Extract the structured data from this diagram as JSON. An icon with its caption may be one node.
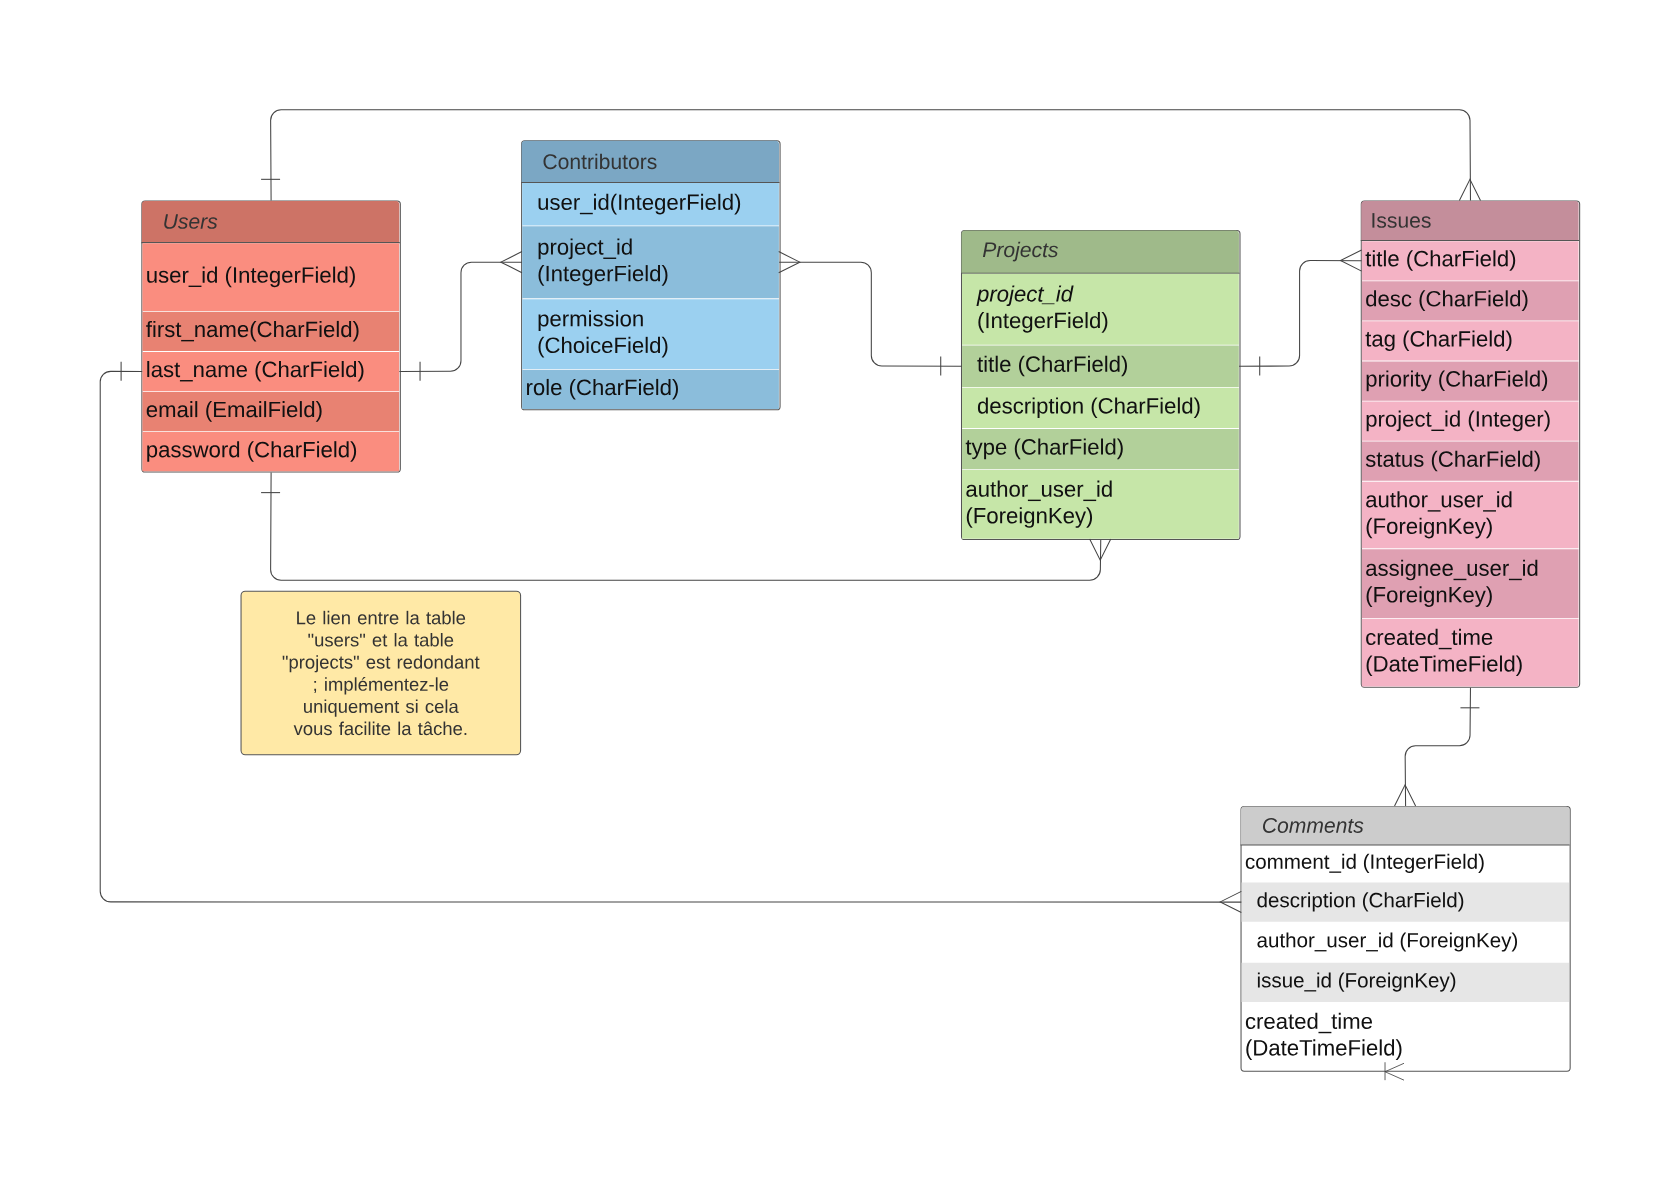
{
  "diagram": {
    "nodes": [
      {
        "text": [
          "Users"
        ]
      },
      {
        "text": [
          "user_id (IntegerField)"
        ],
        "in": 0
      },
      {
        "text": [
          "first_name(CharField)"
        ],
        "in": 0
      },
      {
        "text": [
          "last_name (CharField)"
        ],
        "in": 0
      },
      {
        "text": [
          "email (EmailField)"
        ],
        "in": 0
      },
      {
        "text": [
          "password (CharField)"
        ],
        "in": 0
      },
      {
        "text": [
          "Contributors"
        ]
      },
      {
        "text": [
          "user_id(IntegerField)"
        ],
        "in": 6
      },
      {
        "text": [
          "project_id (IntegerField)"
        ],
        "in": 6
      },
      {
        "text": [
          "permission (ChoiceField)"
        ],
        "in": 6
      },
      {
        "text": [
          "role (CharField)"
        ],
        "in": 6
      },
      {
        "text": [
          "Projects"
        ]
      },
      {
        "text": [
          "*project_id* (IntegerField)"
        ],
        "in": 11
      },
      {
        "text": [
          "title (CharField)"
        ],
        "in": 11
      },
      {
        "text": [
          "description (CharField)"
        ],
        "in": 11
      },
      {
        "text": [
          "type (CharField)"
        ],
        "in": 11
      },
      {
        "text": [
          "author_user_id (ForeignKey)"
        ],
        "in": 11
      },
      {
        "text": [
          "Issues"
        ]
      },
      {
        "text": [
          "title (CharField)"
        ],
        "in": 17
      },
      {
        "text": [
          "desc (CharField)"
        ],
        "in": 17
      },
      {
        "text": [
          "tag (CharField)"
        ],
        "in": 17
      },
      {
        "text": [
          "priority (CharField)"
        ],
        "in": 17
      },
      {
        "text": [
          "project_id (Integer)"
        ],
        "in": 17
      },
      {
        "text": [
          "status (CharField)"
        ],
        "in": 17
      },
      {
        "text": [
          "author_user_id (ForeignKey)"
        ],
        "in": 17
      },
      {
        "text": [
          "assignee_user_id (ForeignKey)"
        ],
        "in": 17
      },
      {
        "text": [
          "created_time (DateTimeField)"
        ],
        "in": 17
      },
      {
        "text": [
          "Comments"
        ]
      },
      {
        "text": [
          "comment_id (IntegerField)"
        ],
        "in": 27
      },
      {
        "text": [
          "description (CharField)"
        ],
        "in": 27
      },
      {
        "text": [
          "author_user_id (ForeignKey)"
        ],
        "in": 27
      },
      {
        "text": [
          "issue_id (ForeignKey)"
        ],
        "in": 27
      },
      {
        "text": [
          "created_time (DateTimeField)"
        ],
        "in": 27
      },
      {
        "text": [
          "Le lien entre la table \"users\" et la table \"projects\" est redondant ; implémentez-le uniquement si cela vous facilite la tâche."
        ]
      }
    ],
    "edges": [
      {
        "from": 0,
        "to": 17,
        "arrow": "other"
      },
      {
        "from": 3,
        "to": 8,
        "arrow": "other"
      },
      {
        "from": 13,
        "to": 8,
        "arrow": "other"
      },
      {
        "from": 0,
        "to": 11,
        "arrow": "other"
      },
      {
        "from": 13,
        "to": 18,
        "arrow": "other"
      },
      {
        "from": 17,
        "to": 27,
        "arrow": "other"
      },
      {
        "from": 3,
        "to": 29,
        "arrow": "other"
      }
    ]
  }
}
